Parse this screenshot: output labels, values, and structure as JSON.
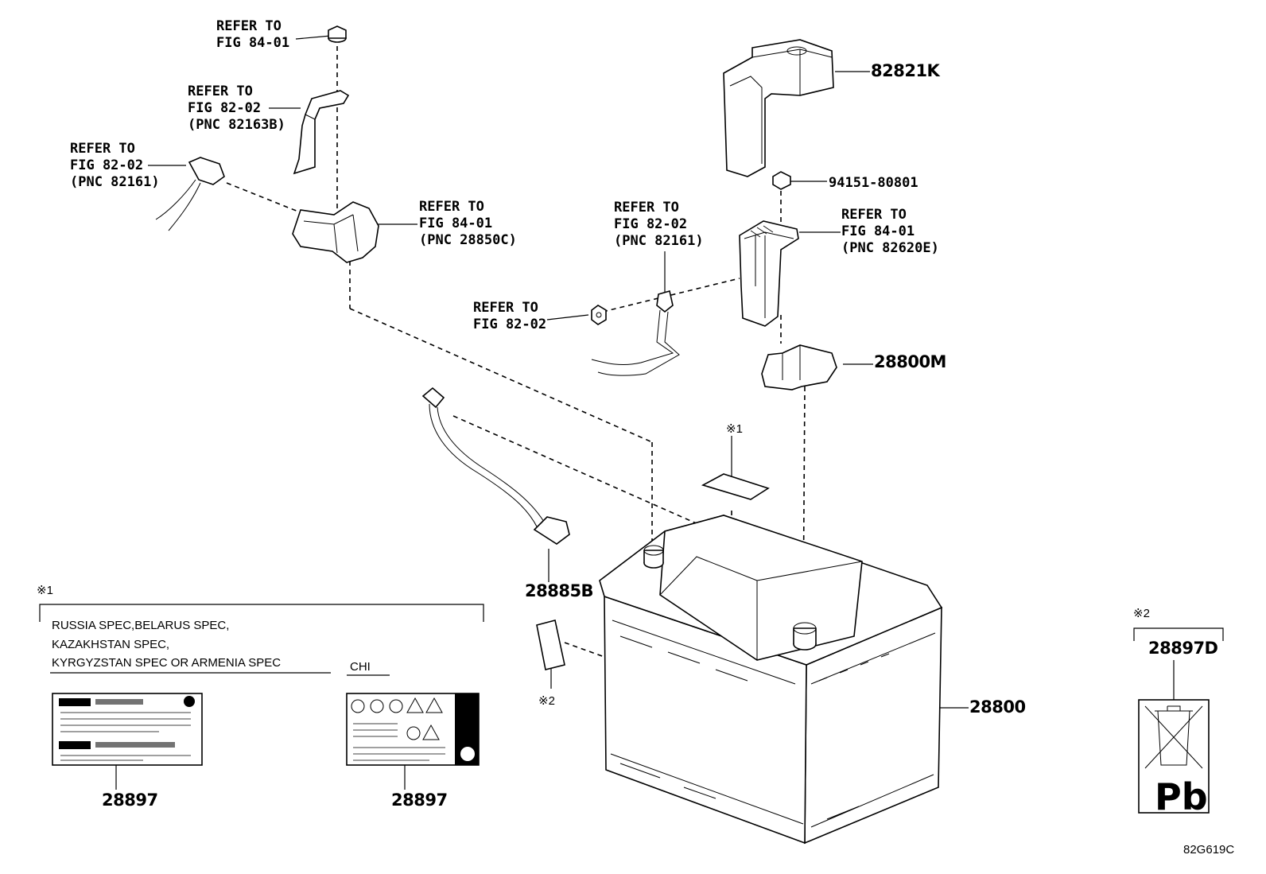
{
  "callouts": {
    "bolt_top_ref": [
      "REFER TO",
      "FIG 84-01"
    ],
    "bracket_ref": [
      "REFER TO",
      "FIG 82-02",
      "(PNC 82163B)"
    ],
    "connector_ref": [
      "REFER TO",
      "FIG 82-02",
      "(PNC 82161)"
    ],
    "neg_clamp_ref": [
      "REFER TO",
      "FIG 84-01",
      "(PNC 28850C)"
    ],
    "pos_cable_ref": [
      "REFER TO",
      "FIG 82-02",
      "(PNC 82161)"
    ],
    "nut_ref": [
      "REFER TO",
      "FIG 82-02"
    ],
    "pos_terminal_ref": [
      "REFER TO",
      "FIG 84-01",
      "(PNC 82620E)"
    ]
  },
  "parts": {
    "cover": "82821K",
    "nut": "94151-80801",
    "clamp": "28800M",
    "sensor_cable": "28885B",
    "battery": "28800",
    "recycle_label": "28897D",
    "label_left": "28897",
    "label_right": "28897"
  },
  "notes": {
    "note1": "※1",
    "note2": "※2",
    "note1_top": "※1",
    "note2_left": "※2",
    "note2_right": "※2"
  },
  "spec": {
    "line1": "RUSSIA SPEC,BELARUS SPEC,",
    "line2": "KAZAKHSTAN SPEC,",
    "line3": "KYRGYZSTAN SPEC OR ARMENIA SPEC",
    "chi": "CHI"
  },
  "recycle_symbol": "Pb",
  "diagram_code": "82G619C"
}
